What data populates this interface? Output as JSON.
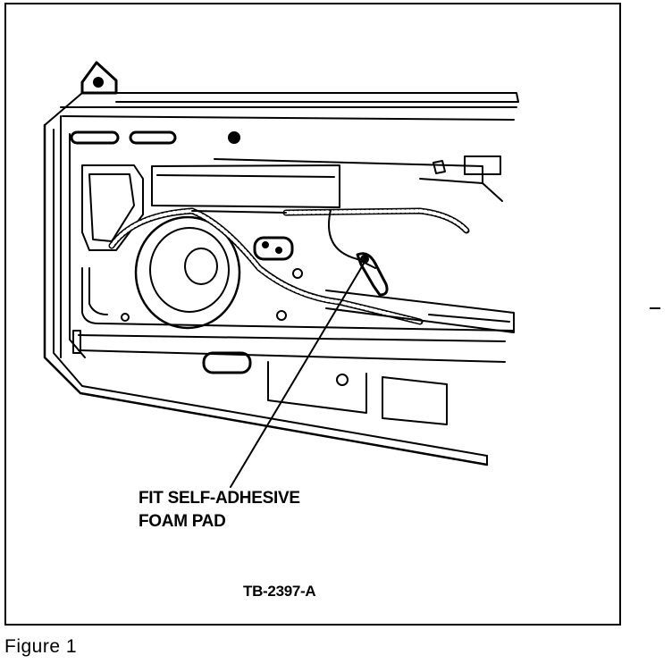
{
  "figure": {
    "callout_line1": "FIT SELF-ADHESIVE",
    "callout_line2": "FOAM PAD",
    "reference": "TB-2397-A",
    "caption": "Figure 1"
  }
}
